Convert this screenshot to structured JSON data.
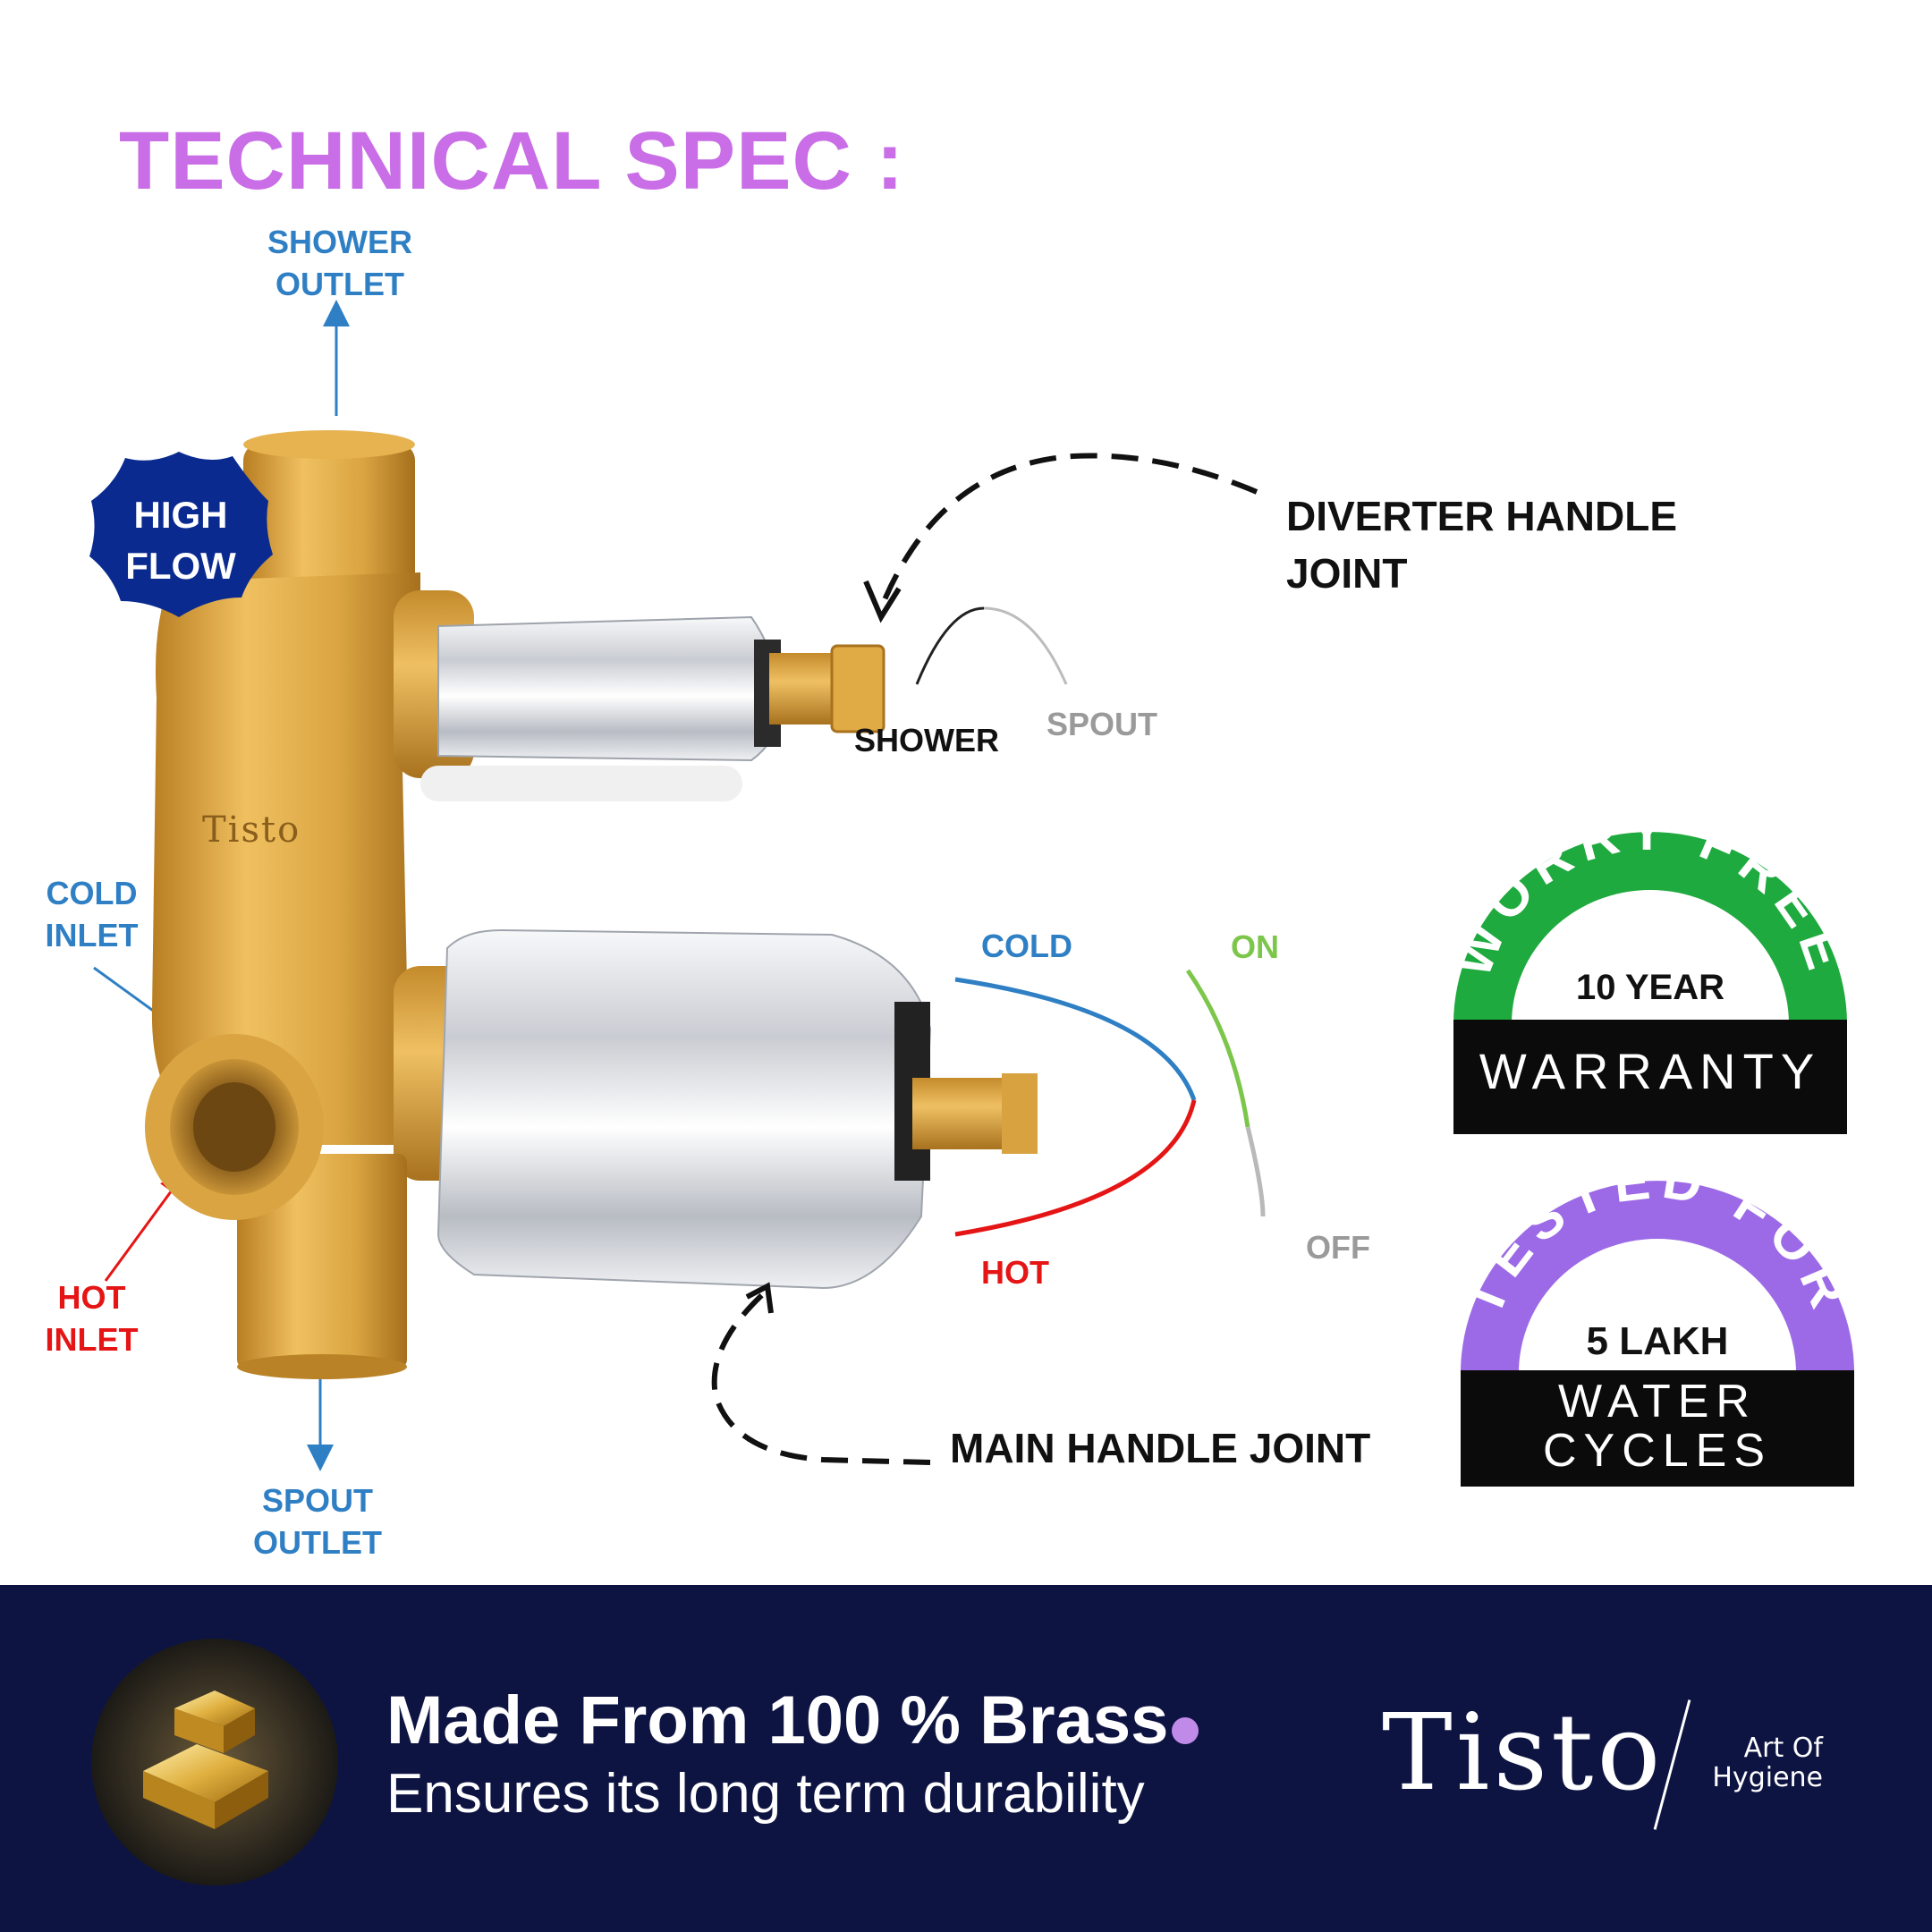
{
  "title": "TECHNICAL SPEC :",
  "labels": {
    "shower_outlet": [
      "SHOWER",
      "OUTLET"
    ],
    "spout_outlet": [
      "SPOUT",
      "OUTLET"
    ],
    "cold_inlet": [
      "COLD",
      "INLET"
    ],
    "hot_inlet": [
      "HOT",
      "INLET"
    ],
    "diverter_joint": [
      "DIVERTER HANDLE",
      "JOINT"
    ],
    "main_joint": "MAIN HANDLE JOINT",
    "shower": "SHOWER",
    "spout": "SPOUT",
    "cold": "COLD",
    "hot": "HOT",
    "on": "ON",
    "off": "OFF",
    "body_logo": "Tisto"
  },
  "high_flow_badge": [
    "HIGH",
    "FLOW"
  ],
  "warranty_badge": {
    "arc_text": "WORRY FREE",
    "center_text": "10 YEAR",
    "band_text": "WARRANTY"
  },
  "tested_badge": {
    "arc_text": "TESTED FOR",
    "center_text": "5 LAKH",
    "band_text": [
      "WATER",
      "CYCLES"
    ]
  },
  "footer": {
    "heading": "Made From 100 % Brass",
    "subheading": "Ensures its long term durability",
    "brand": "Tisto",
    "tagline": [
      "Art Of",
      "Hygiene"
    ]
  },
  "colors": {
    "title": "#c96ee6",
    "blue_label": "#2f7fc4",
    "red_label": "#e51515",
    "brass": "#d9a441",
    "chrome": "#e4e6ea",
    "footer_bg": "#0d1442",
    "badge_navy": "#0a2a8f",
    "warranty_green": "#1eaa3e",
    "tested_purple": "#9c6ae6"
  }
}
